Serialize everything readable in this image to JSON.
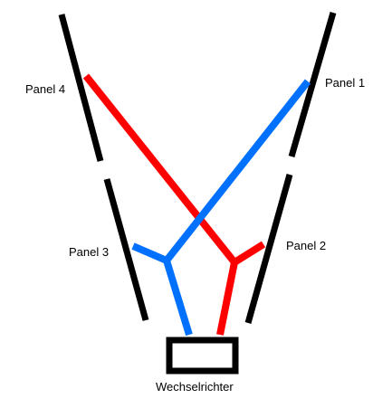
{
  "panels": [
    {
      "id": "panel-4",
      "label": "Panel 4"
    },
    {
      "id": "panel-1",
      "label": "Panel 1"
    },
    {
      "id": "panel-3",
      "label": "Panel 3"
    },
    {
      "id": "panel-2",
      "label": "Panel 2"
    }
  ],
  "inverter": {
    "label": "Wechselrichter"
  },
  "colors": {
    "panel": "#000000",
    "red_string": "#ff0000",
    "blue_string": "#0070ff",
    "inverter_border": "#000000"
  }
}
